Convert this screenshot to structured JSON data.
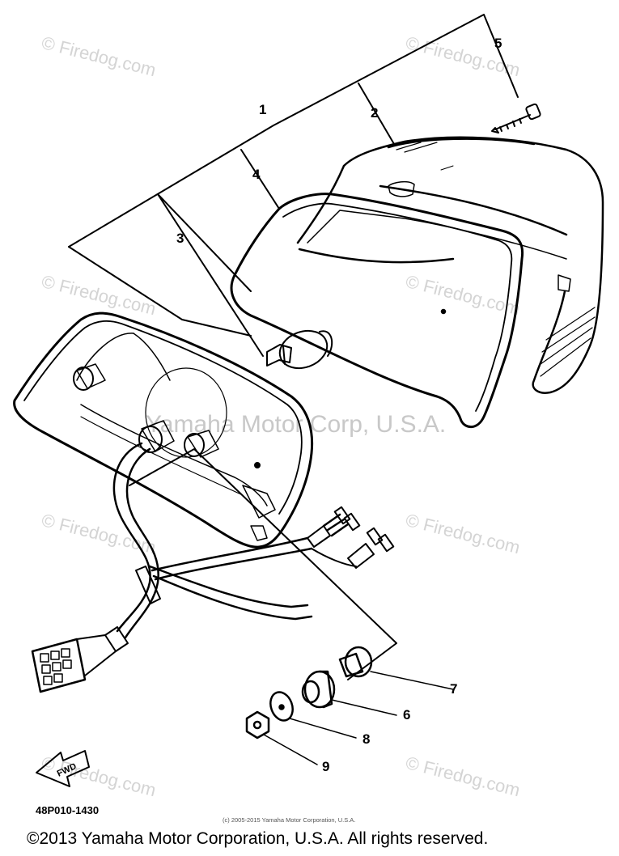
{
  "watermark": {
    "text": "© Firedog.com",
    "center_text": "Yamaha Motor Corp, U.S.A."
  },
  "callouts": [
    "1",
    "2",
    "3",
    "4",
    "5",
    "6",
    "7",
    "8",
    "9"
  ],
  "fwd_label": "FWD",
  "part_number": "48P010-1430",
  "small_copyright": "(c) 2005-2015 Yamaha Motor Corporation, U.S.A.",
  "footer_copyright": "©2013 Yamaha Motor Corporation, U.S.A. All rights reserved."
}
